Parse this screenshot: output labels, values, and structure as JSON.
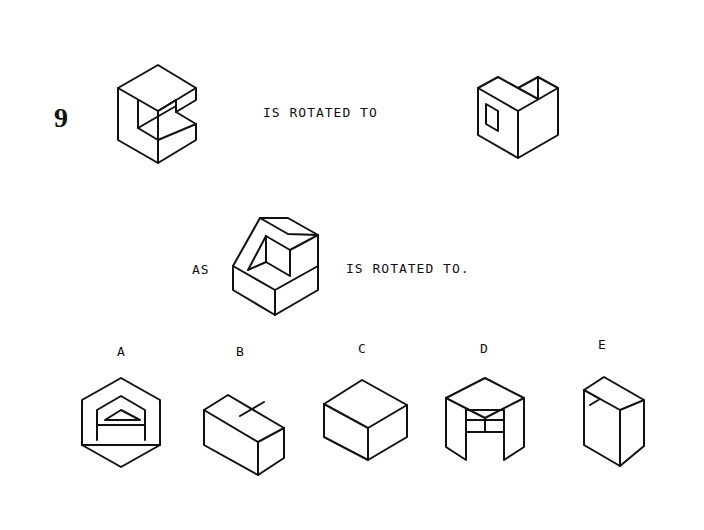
{
  "diagram": {
    "labels": [
      "9",
      "IS ROTATED TO",
      "AS",
      "IS ROTATED TO.",
      "A",
      "B",
      "C",
      "D",
      "E"
    ]
  }
}
